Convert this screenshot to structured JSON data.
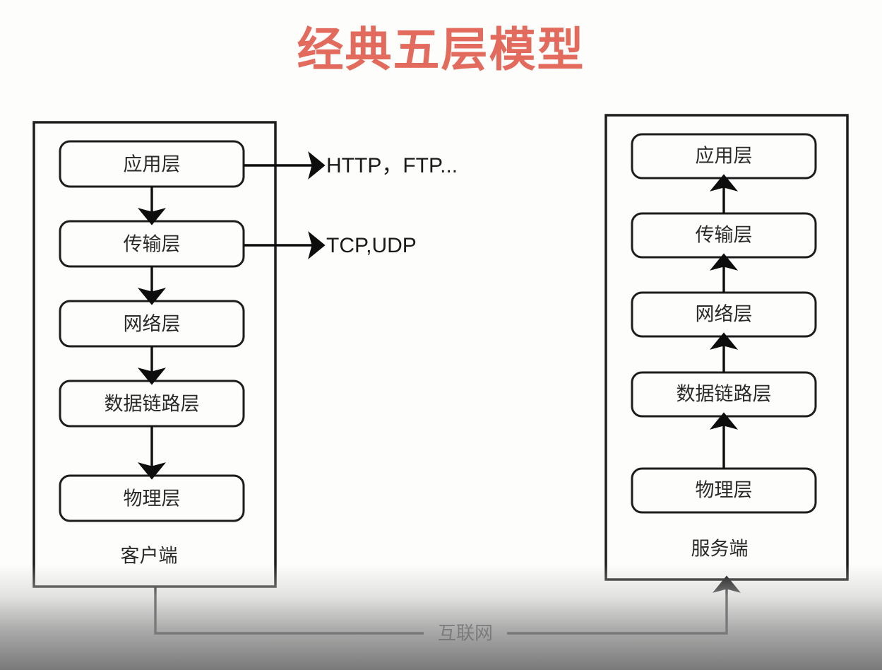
{
  "title": "经典五层模型",
  "colors": {
    "title": "#e26b5d",
    "stroke": "#1d1d1d",
    "background": "#fdfdfb"
  },
  "client": {
    "caption": "客户端",
    "layers": [
      {
        "label": "应用层"
      },
      {
        "label": "传输层"
      },
      {
        "label": "网络层"
      },
      {
        "label": "数据链路层"
      },
      {
        "label": "物理层"
      }
    ]
  },
  "server": {
    "caption": "服务端",
    "layers": [
      {
        "label": "应用层"
      },
      {
        "label": "传输层"
      },
      {
        "label": "网络层"
      },
      {
        "label": "数据链路层"
      },
      {
        "label": "物理层"
      }
    ]
  },
  "protocols": [
    {
      "label": "HTTP，FTP..."
    },
    {
      "label": "TCP,UDP"
    }
  ],
  "network": {
    "label": "互联网"
  }
}
